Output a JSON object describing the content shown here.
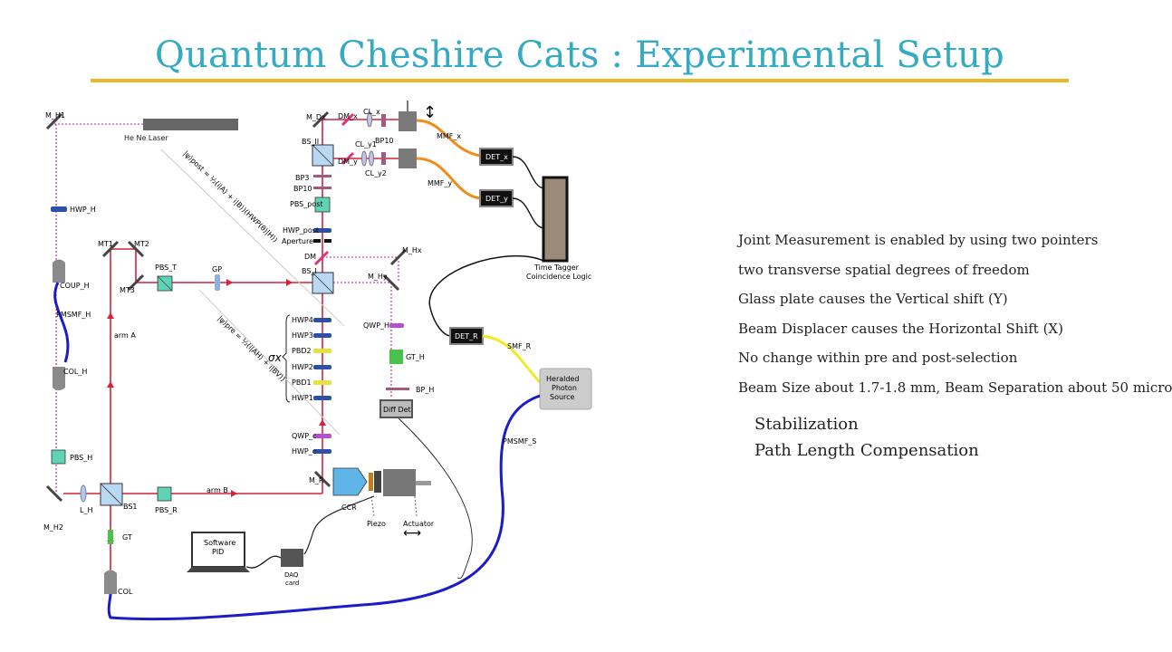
{
  "slide": {
    "title": "Quantum Cheshire Cats : Experimental Setup",
    "accent_color": "#34aac3",
    "rule_color": "#e9b92a"
  },
  "bullets": [
    "Joint Measurement is enabled by using two pointers",
    "two transverse spatial degrees of freedom",
    "Glass plate causes the Vertical shift (Y)",
    "Beam Displacer causes the Horizontal Shift (X)",
    "No change within pre and post-selection",
    "Beam Size about 1.7-1.8 mm, Beam Separation about 50 micro"
  ],
  "sub_items": [
    "Stabilization",
    "Path Length Compensation"
  ],
  "diagram": {
    "colors": {
      "beam": "#d6203c",
      "fiber_blue": "#1c1cc9",
      "fiber_orange": "#f08c1a",
      "fiber_yellow": "#f1ea24",
      "guide": "#c81e8c",
      "wave_plate": "#2b50a8",
      "qwp": "#b44fd0",
      "pbd": "#e6e040",
      "pbs": "#5fd4b4"
    },
    "labels": {
      "laser": "He Ne Laser",
      "m_h1": "M_H1",
      "hwp_h": "HWP_H",
      "coup_h": "COUP_H",
      "pmsmf_h": "PMSMF_H",
      "col_h": "COL_H",
      "pbs_h": "PBS_H",
      "m_h2": "M_H2",
      "l_h": "L_H",
      "arm_a": "arm A",
      "arm_b": "arm B",
      "mt1": "MT1",
      "mt2": "MT2",
      "mt3": "MT3",
      "pbs_t": "PBS_T",
      "gp": "GP",
      "bs1": "BS1",
      "pbs_r": "PBS_R",
      "gt": "GT",
      "col": "COL",
      "m_dx": "M_Dx",
      "dm_x": "DM_x",
      "dm_y": "DM_y",
      "cl_x": "CL_x",
      "cl_y1": "CL_y1",
      "cl_y2": "CL_y2",
      "bp10_top": "BP10",
      "mmf_x": "MMF_x",
      "mmf_y": "MMF_y",
      "det_x": "DET_x",
      "det_y": "DET_y",
      "bs_ii": "BS_II",
      "bp3": "BP3",
      "bp10": "BP10",
      "pbs_post": "PBS_post",
      "hwp_post": "HWP_post",
      "aperture": "Aperture",
      "dm": "DM",
      "bs_i": "BS_I",
      "m_hx": "M_Hx",
      "m_hy": "M_Hy",
      "hwp4": "HWP4",
      "hwp3": "HWP3",
      "pbd2": "PBD2",
      "hwp2": "HWP2",
      "pbd1": "PBD1",
      "hwp1": "HWP1",
      "sigma": "σx",
      "qwp_h": "QWP_H",
      "gt_h": "GT_H",
      "bp_h": "BP_H",
      "diff_det": "Diff Det",
      "qwp_c": "QWP_c",
      "hwp_c": "HWP_c",
      "m_r": "M_R",
      "ccr": "CCR",
      "piezo": "Piezo",
      "actuator": "Actuator",
      "time_tagger": "Time Tagger",
      "coincidence": "Coincidence Logic",
      "det_r": "DET_R",
      "smf_r": "SMF_R",
      "heralded_1": "Heralded",
      "heralded_2": "Photon",
      "heralded_3": "Source",
      "pmsmf_s": "PMSMF_S",
      "software_1": "Software",
      "software_2": "PID",
      "daq_1": "DAQ",
      "daq_2": "card",
      "psi_post": "|ψ⟩post = ½(i|A⟩ + i|B⟩)(HWP(θ)|H⟩)",
      "psi_pre": "|ψ⟩pre = ½(i|AH⟩ + i|BV⟩)"
    }
  }
}
